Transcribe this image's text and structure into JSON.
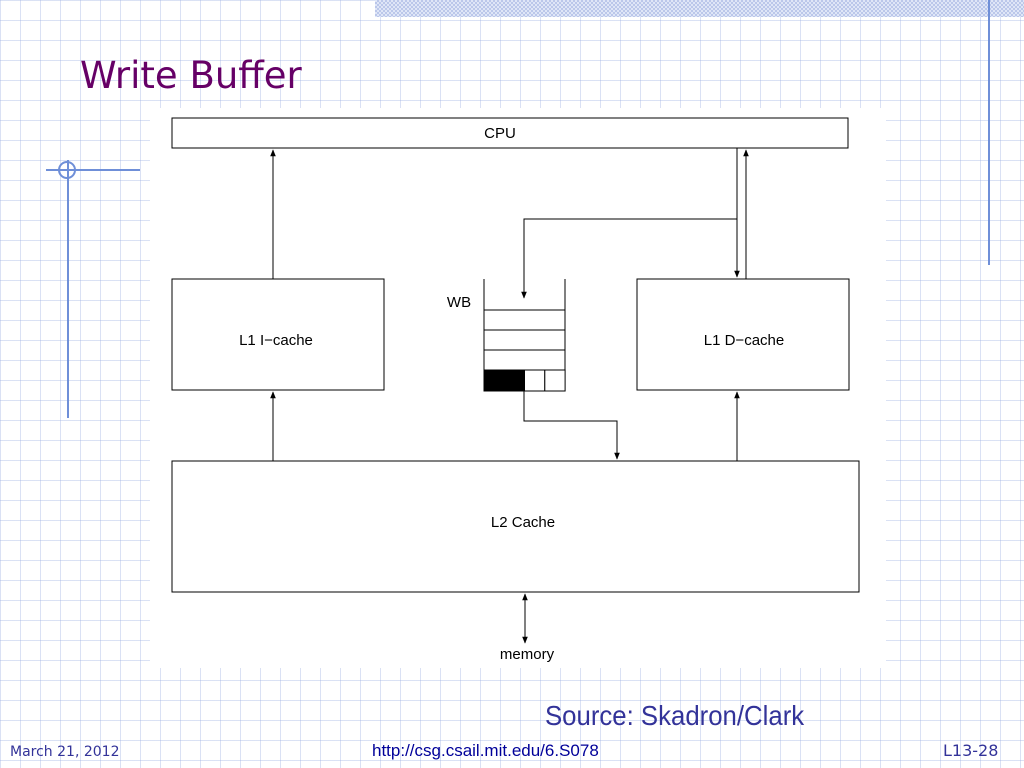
{
  "slide": {
    "title": "Write Buffer",
    "source": "Source: Skadron/Clark"
  },
  "footer": {
    "date": "March 21, 2012",
    "url": "http://csg.csail.mit.edu/6.S078",
    "page": "L13-28"
  },
  "diagram": {
    "nodes": {
      "cpu": "CPU",
      "l1i": "L1 I−cache",
      "l1d": "L1 D−cache",
      "wb": "WB",
      "l2": "L2 Cache",
      "memory": "memory"
    },
    "write_buffer": {
      "total_slots": 4,
      "filled_slots": 2,
      "empty_rows": 3
    }
  },
  "colors": {
    "title": "#660066",
    "footer": "#333399",
    "source": "#333399",
    "accent_lines": "#6f8fd8"
  }
}
